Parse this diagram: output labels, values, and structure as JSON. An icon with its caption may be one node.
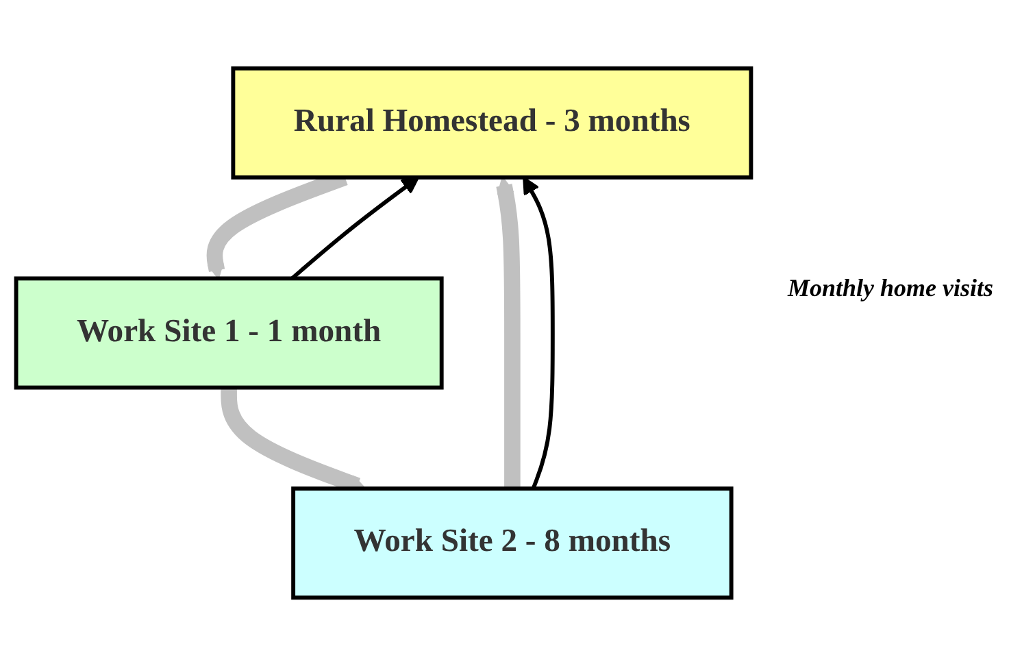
{
  "diagram": {
    "nodes": [
      {
        "text": [
          "Rural Homestead - 3 months"
        ]
      },
      {
        "text": [
          "Work Site 1 - 1 month"
        ]
      },
      {
        "text": [
          "Work Site 2 - 8 months"
        ]
      }
    ],
    "edges": [
      {
        "from": 0,
        "to": 1,
        "arrow": "to"
      },
      {
        "from": 1,
        "to": 2,
        "arrow": "to"
      },
      {
        "from": 2,
        "to": 0,
        "arrow": "to"
      },
      {
        "from": 1,
        "to": 0,
        "arrow": "to",
        "color": "#000000"
      },
      {
        "from": 2,
        "to": 0,
        "arrow": "to",
        "color": "#000000"
      }
    ],
    "labels": [
      "Monthly home visits"
    ]
  }
}
